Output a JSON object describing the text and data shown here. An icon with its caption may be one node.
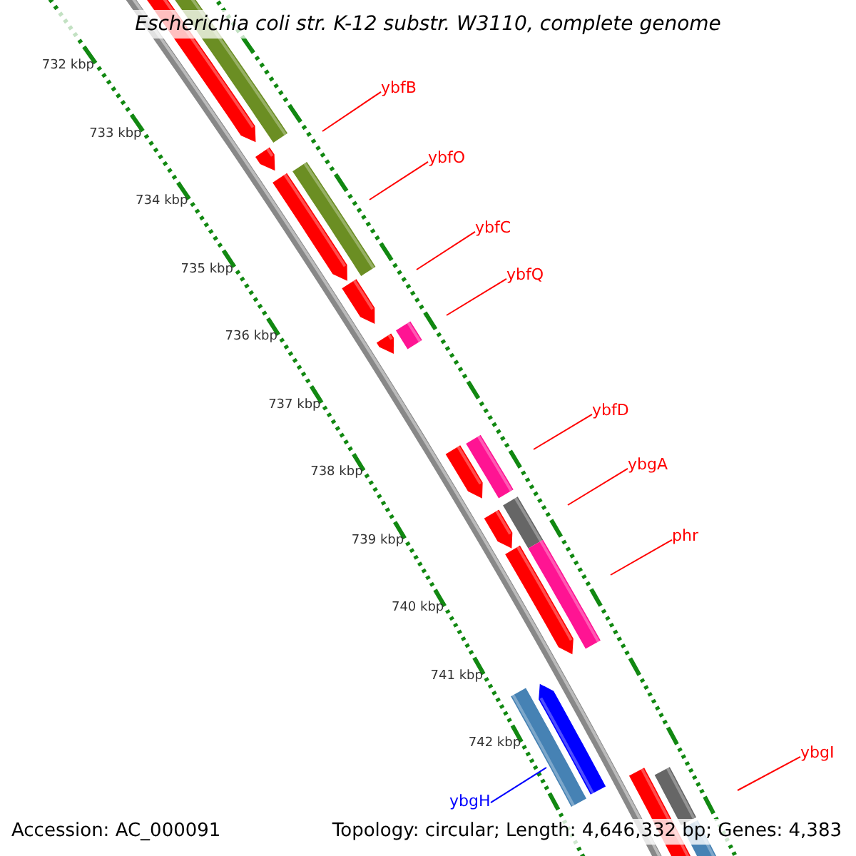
{
  "diagram": {
    "title": "Escherichia coli str. K-12 substr. W3110, complete genome",
    "nodes": [
      {
        "text": [
          "ybfB"
        ]
      },
      {
        "text": [
          "ybfO"
        ]
      },
      {
        "text": [
          "ybfC"
        ]
      },
      {
        "text": [
          "ybfQ"
        ]
      },
      {
        "text": [
          "ybfD"
        ]
      },
      {
        "text": [
          "ybgA"
        ]
      },
      {
        "text": [
          "phr"
        ]
      },
      {
        "text": [
          "ybgI"
        ]
      },
      {
        "text": [
          "ybgH"
        ]
      }
    ],
    "edges": [
      {
        "from": 0,
        "to": null,
        "arrow": "none"
      },
      {
        "from": 1,
        "to": null,
        "arrow": "none"
      },
      {
        "from": 2,
        "to": null,
        "arrow": "none"
      },
      {
        "from": 3,
        "to": null,
        "arrow": "none"
      },
      {
        "from": 4,
        "to": null,
        "arrow": "none"
      },
      {
        "from": 5,
        "to": null,
        "arrow": "none"
      },
      {
        "from": 6,
        "to": null,
        "arrow": "none"
      },
      {
        "from": 7,
        "to": null,
        "arrow": "none"
      },
      {
        "from": 8,
        "to": null,
        "arrow": "none",
        "color": "#0000ff"
      }
    ],
    "labels": [
      "732 kbp",
      "733 kbp",
      "734 kbp",
      "735 kbp",
      "736 kbp",
      "737 kbp",
      "738 kbp",
      "739 kbp",
      "740 kbp",
      "741 kbp",
      "742 kbp",
      "Accession: AC_000091",
      "Topology: circular; Length: 4,646,332 bp; Genes: 4,383"
    ]
  }
}
